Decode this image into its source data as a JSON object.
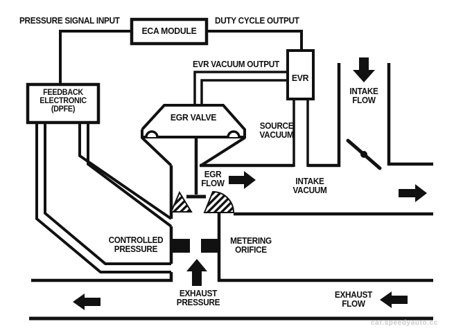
{
  "title": "EGR / DPFE system schematic",
  "colors": {
    "line": "#111111",
    "background": "#ffffff",
    "watermark": "#cbcbcb"
  },
  "labels": {
    "pressure_signal_input": "PRESSURE SIGNAL INPUT",
    "eca_module": "ECA MODULE",
    "duty_cycle_output": "DUTY CYCLE OUTPUT",
    "evr_vacuum_output": "EVR VACUUM OUTPUT",
    "evr": "EVR",
    "intake_flow": "INTAKE\nFLOW",
    "egr_valve": "EGR VALVE",
    "source_vacuum": "SOURCE\nVACUUM",
    "feedback_electronic": "FEEDBACK\nELECTRONIC\n(DPFE)",
    "egr_flow": "EGR\nFLOW",
    "intake_vacuum": "INTAKE\nVACUUM",
    "controlled_pressure": "CONTROLLED\nPRESSURE",
    "metering_orifice": "METERING\nORIFICE",
    "exhaust_pressure": "EXHAUST\nPRESSURE",
    "exhaust_flow": "EXHAUST\nFLOW",
    "watermark": "car.speedyauto.cc"
  }
}
